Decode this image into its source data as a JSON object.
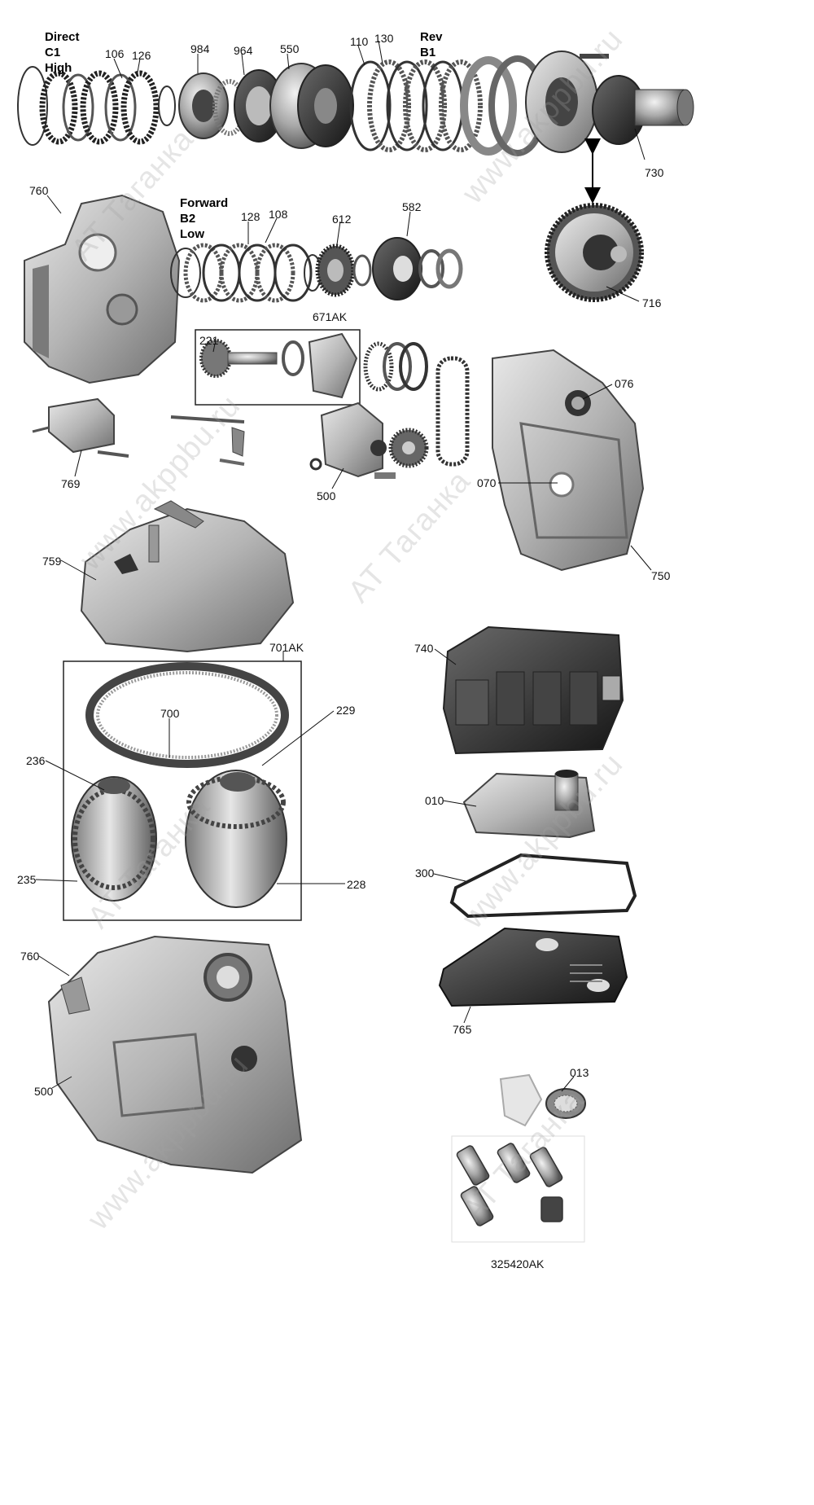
{
  "group_labels": {
    "direct": [
      "Direct",
      "C1",
      "High"
    ],
    "rev": [
      "Rev",
      "B1"
    ],
    "forward": [
      "Forward",
      "B2",
      "Low"
    ]
  },
  "part_labels": {
    "p106": "106",
    "p126": "126",
    "p984": "984",
    "p964": "964",
    "p550": "550",
    "p110": "110",
    "p130": "130",
    "p730": "730",
    "p760a": "760",
    "p128": "128",
    "p108": "108",
    "p612": "612",
    "p582": "582",
    "p716": "716",
    "p671ak": "671AK",
    "p221": "221",
    "p076": "076",
    "p769": "769",
    "p500a": "500",
    "p070": "070",
    "p750": "750",
    "p759": "759",
    "p701ak": "701AK",
    "p740": "740",
    "p700": "700",
    "p229": "229",
    "p236": "236",
    "p010": "010",
    "p235": "235",
    "p228": "228",
    "p300": "300",
    "p760b": "760",
    "p765": "765",
    "p500b": "500",
    "p013": "013",
    "p325420ak": "325420AK"
  },
  "watermark": {
    "line1": "AT Таганка",
    "line2": "www.akppbu.ru"
  },
  "colors": {
    "metal_dark": "#3a3a3a",
    "metal_mid": "#8a8a8a",
    "metal_light": "#cfcfcf",
    "label": "#111111"
  }
}
